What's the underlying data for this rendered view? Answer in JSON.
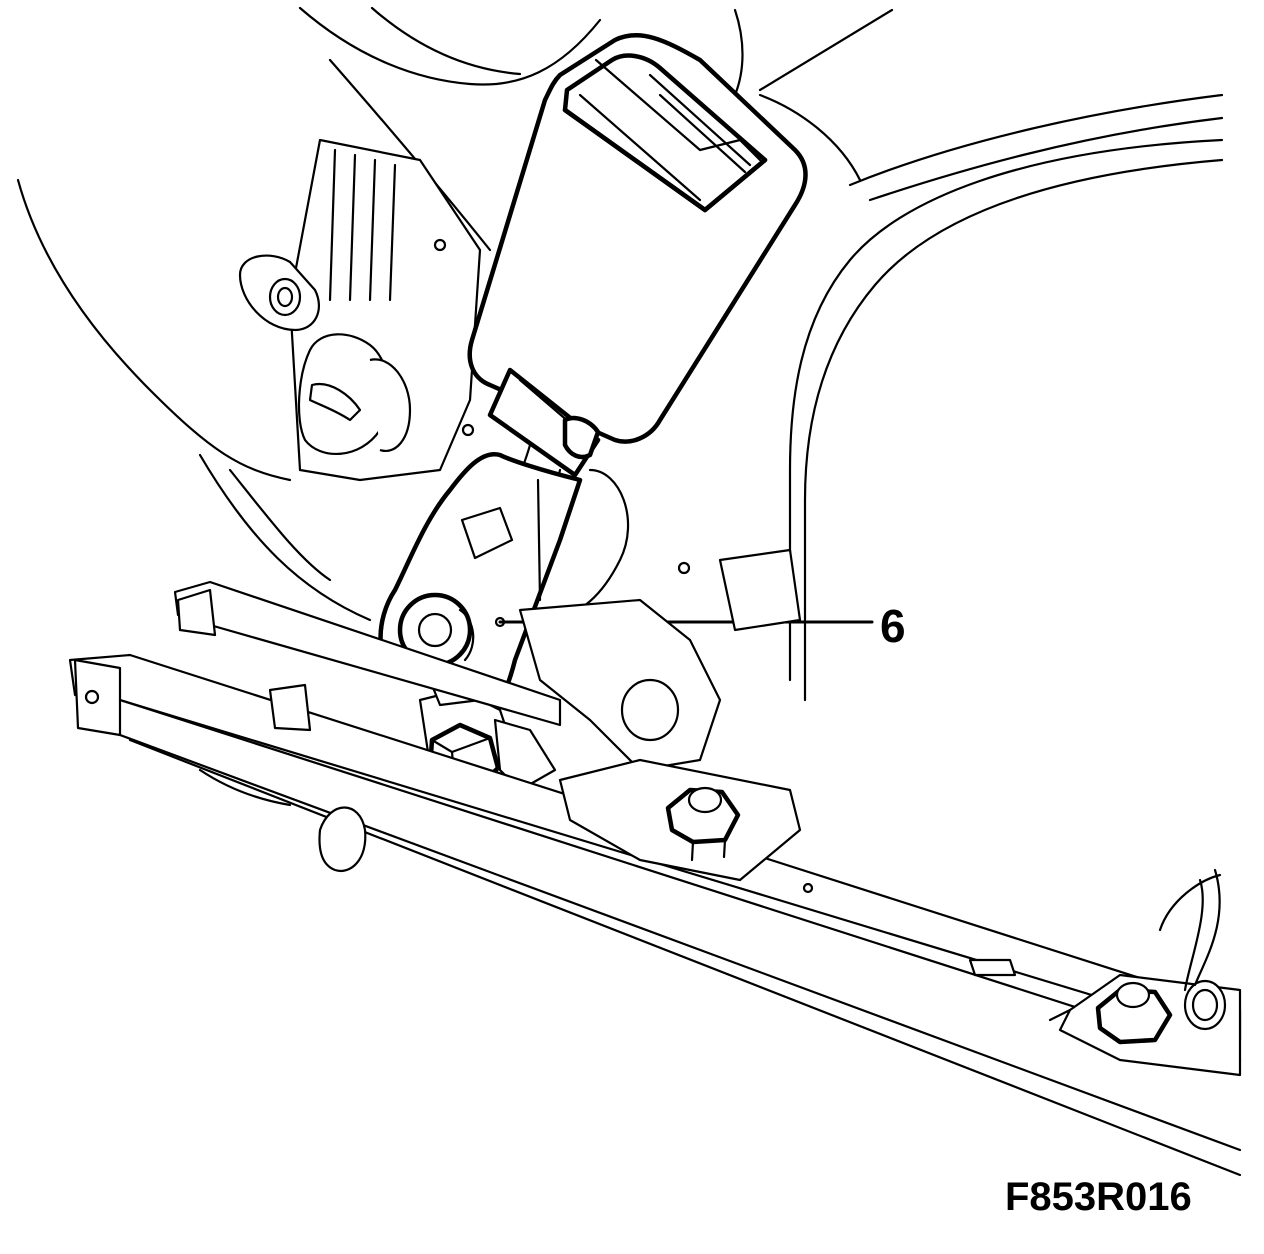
{
  "diagram": {
    "subject": "seat-belt-buckle-anchor-on-seat-rail",
    "callouts": [
      {
        "label": "6",
        "target": "buckle-anchor-bolt"
      }
    ],
    "figure_id": "F853R016"
  }
}
